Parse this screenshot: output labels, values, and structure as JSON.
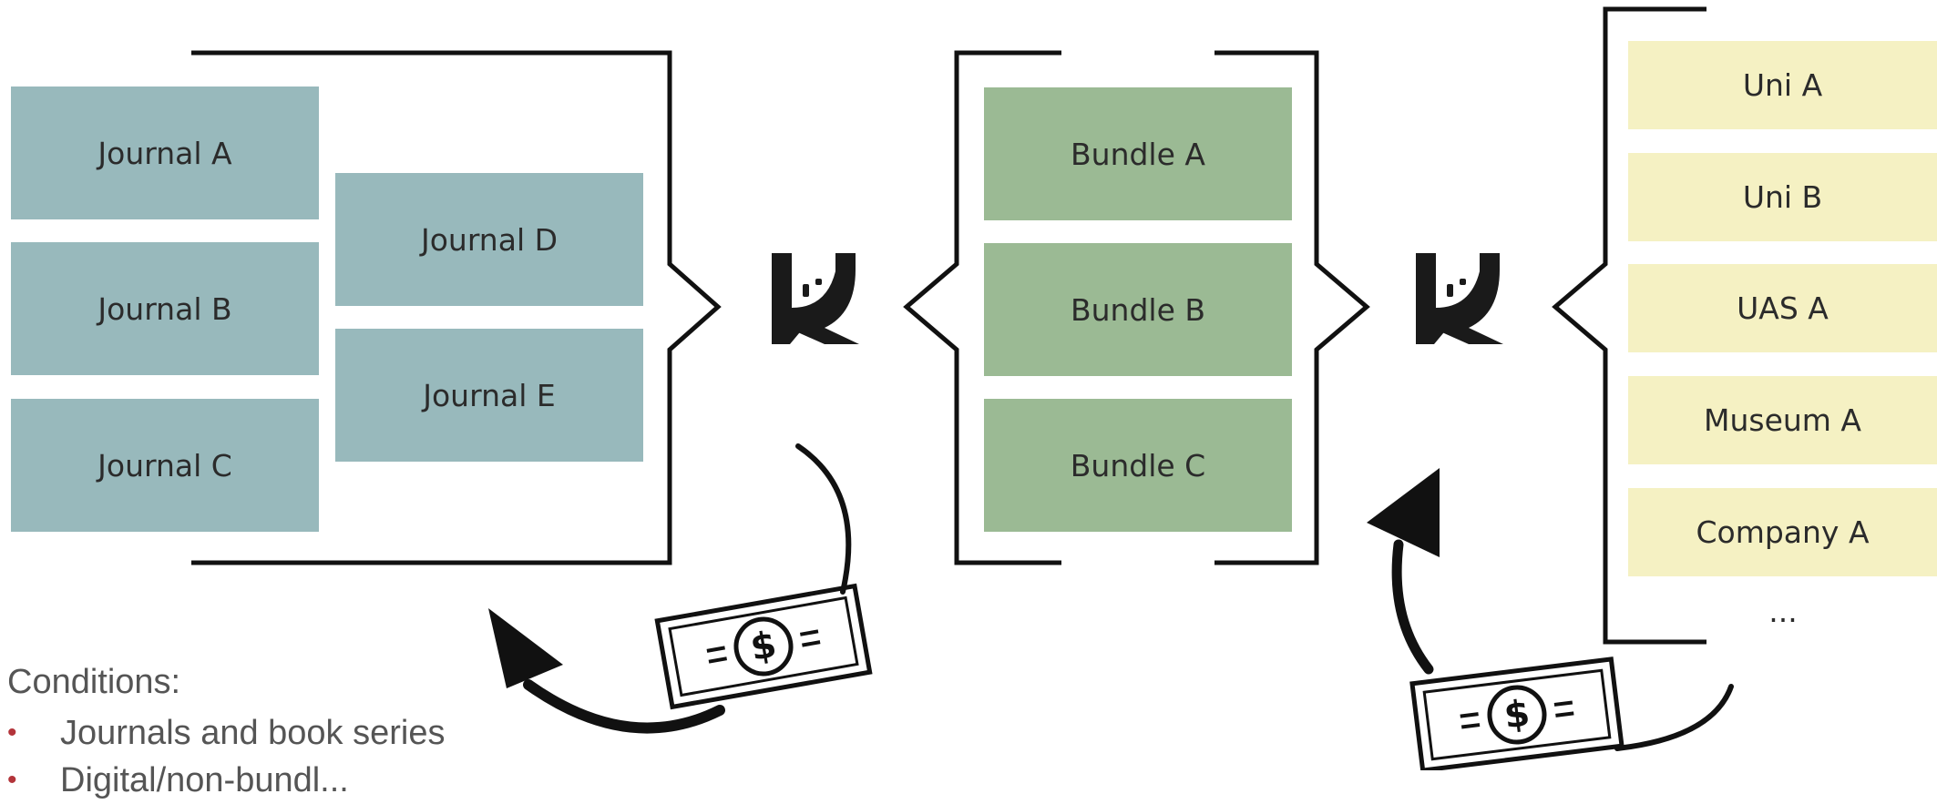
{
  "journals": [
    {
      "label": "Journal A"
    },
    {
      "label": "Journal B"
    },
    {
      "label": "Journal C"
    },
    {
      "label": "Journal D"
    },
    {
      "label": "Journal E"
    }
  ],
  "bundles": [
    {
      "label": "Bundle A"
    },
    {
      "label": "Bundle B"
    },
    {
      "label": "Bundle C"
    }
  ],
  "institutions": [
    {
      "label": "Uni A"
    },
    {
      "label": "Uni B"
    },
    {
      "label": "UAS A"
    },
    {
      "label": "Museum A"
    },
    {
      "label": "Company A"
    }
  ],
  "institutions_more": "...",
  "conditions": {
    "title": "Conditions:",
    "items": [
      "Journals and book series",
      "Digital/non-bundl..."
    ]
  },
  "colors": {
    "journal": "#98b9bc",
    "bundle": "#9bba94",
    "institution": "#f5f1c3",
    "bullet": "#b3343a"
  },
  "icons": [
    "publisher-logo-icon",
    "money-bill-icon",
    "curved-arrow-icon"
  ]
}
